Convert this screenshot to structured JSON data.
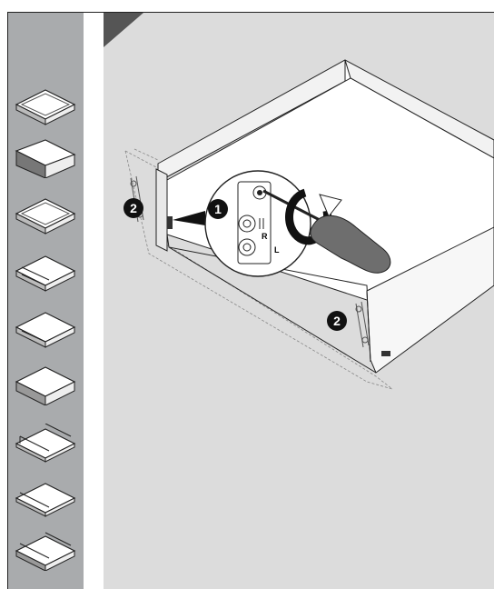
{
  "sidebar": {
    "thumbnails": [
      {
        "icon": "drawer-standard-icon"
      },
      {
        "icon": "drawer-high-front-icon"
      },
      {
        "icon": "drawer-low-icon"
      },
      {
        "icon": "drawer-railing-icon"
      },
      {
        "icon": "drawer-railing-low-icon"
      },
      {
        "icon": "drawer-boxside-icon"
      },
      {
        "icon": "drawer-gallery-icon"
      },
      {
        "icon": "drawer-gallery-low-icon"
      },
      {
        "icon": "drawer-gallery-high-icon"
      }
    ]
  },
  "steps": {
    "step1": "1",
    "step2_left": "2",
    "step2_right": "2"
  },
  "detail": {
    "label_left": "L",
    "label_right": "R"
  },
  "colors": {
    "sidebar_bg": "#a9abad",
    "main_bg": "#dcdcdc",
    "corner": "#555555",
    "badge": "#111111",
    "handle": "#6e6e6e"
  }
}
